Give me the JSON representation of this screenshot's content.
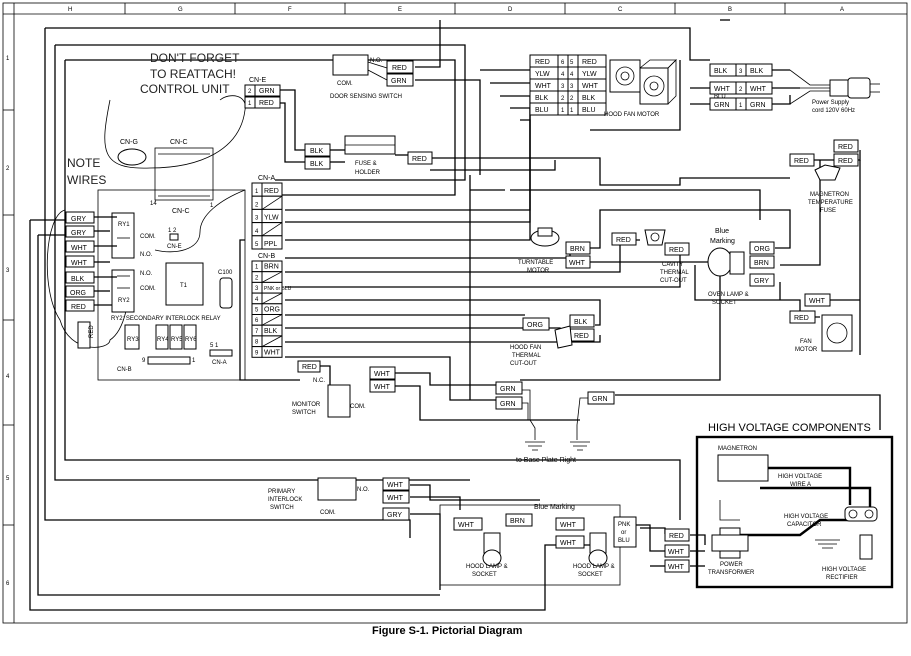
{
  "figure": {
    "caption": "Figure S-1. Pictorial Diagram"
  },
  "border": {
    "top_letters": [
      "H",
      "G",
      "F",
      "E",
      "D",
      "C",
      "B",
      "A"
    ],
    "left_numbers": [
      "1",
      "2",
      "3",
      "4",
      "5",
      "6"
    ]
  },
  "notes": {
    "dont_forget_1": "DON'T FORGET",
    "dont_forget_2": "TO REATTACH!",
    "dont_forget_3": "CONTROL UNIT",
    "note_1": "NOTE",
    "note_2": "WIRES"
  },
  "control_unit": {
    "cn_g": "CN-G",
    "cn_c_top": "CN-C",
    "cn_c_bottom": "CN-C",
    "pin_14": "14",
    "pin_1": "1",
    "cn_e_label": "CN-E",
    "cn_e_pins": "1  2",
    "cn_e_small": "CN-E",
    "ry1": "RY1",
    "ry2": "RY2",
    "com1": "COM.",
    "no1": "N.O.",
    "com2": "COM.",
    "no2": "N.O.",
    "t1": "T1",
    "c100": "C100",
    "ry2_caption": "RY2: SECONDARY INTERLOCK RELAY",
    "ry3": "RY3",
    "ry4": "RY4",
    "ry5": "RY5",
    "ry6": "RY6",
    "cn_b": "CN-B",
    "cn_b_pin9": "9",
    "cn_b_pin1": "1",
    "cn_a_small": "CN-A",
    "cn_a_pins": "5      1",
    "left_wires": [
      "GRY",
      "GRY",
      "WHT",
      "WHT",
      "BLK",
      "ORG",
      "RED"
    ],
    "red_vertical": "RED"
  },
  "cn_e": {
    "label": "CN-E",
    "pins": [
      "2",
      "1"
    ],
    "wires": [
      "GRN",
      "RED"
    ]
  },
  "cn_a": {
    "label": "CN-A",
    "pins": [
      "1",
      "2",
      "3",
      "4",
      "5"
    ],
    "wires": [
      "RED",
      "",
      "YLW",
      "",
      "PPL"
    ]
  },
  "cn_b": {
    "label": "CN-B",
    "pins": [
      "1",
      "2",
      "3",
      "4",
      "5",
      "6",
      "7",
      "8",
      "9"
    ],
    "wires": [
      "BRN",
      "",
      "PNK or BLU",
      "",
      "ORG",
      "",
      "BLK",
      "",
      "WHT"
    ]
  },
  "door_sensing": {
    "no": "N.O.",
    "com": "COM.",
    "label": "DOOR SENSING SWITCH",
    "wires": [
      "RED",
      "GRN"
    ]
  },
  "fuse": {
    "label_1": "FUSE &",
    "label_2": "HOLDER",
    "wires": [
      "BLK",
      "BLK",
      "RED"
    ]
  },
  "hood_fan_motor": {
    "label": "HOOD FAN MOTOR",
    "rows": [
      {
        "l": "RED",
        "n1": "6",
        "n2": "5",
        "r": "RED"
      },
      {
        "l": "YLW",
        "n1": "4",
        "n2": "4",
        "r": "YLW"
      },
      {
        "l": "WHT",
        "n1": "3",
        "n2": "3",
        "r": "WHT"
      },
      {
        "l": "BLK",
        "n1": "2",
        "n2": "2",
        "r": "BLK"
      },
      {
        "l": "BLU",
        "n1": "1",
        "n2": "1",
        "r": "BLU"
      }
    ]
  },
  "power_supply": {
    "rows": [
      {
        "l": "BLK",
        "n": "3",
        "r": "BLK"
      },
      {
        "l": "WHT",
        "n": "2",
        "r": "WHT"
      },
      {
        "l": "GRN",
        "n": "1",
        "r": "GRN"
      }
    ],
    "label_1": "Power Supply",
    "label_2": "cord 120V 60Hz",
    "left_blu": "BLU"
  },
  "magnetron_temp_fuse": {
    "wires": [
      "RED",
      "RED"
    ],
    "label_1": "MAGNETRON",
    "label_2": "TEMPERATURE",
    "label_3": "FUSE"
  },
  "turntable": {
    "label_1": "TURNTABLE",
    "label_2": "MOTOR",
    "wires": [
      "BRN",
      "WHT"
    ]
  },
  "cavity_cutout": {
    "wires": [
      "RED",
      "RED"
    ],
    "label_1": "CAVITY",
    "label_2": "THERMAL",
    "label_3": "CUT-OUT"
  },
  "oven_lamp": {
    "blue_1": "Blue",
    "blue_2": "Marking",
    "wires": [
      "ORG",
      "BRN",
      "GRY"
    ],
    "label_1": "OVEN LAMP &",
    "label_2": "SOCKET"
  },
  "hood_fan_cutout": {
    "wires": [
      "ORG",
      "BLK",
      "RED"
    ],
    "label_1": "HOOD FAN",
    "label_2": "THERMAL",
    "label_3": "CUT-OUT"
  },
  "fan_motor": {
    "wires": [
      "WHT",
      "RED"
    ],
    "label_1": "FAN",
    "label_2": "MOTOR"
  },
  "monitor_switch": {
    "red": "RED",
    "nc": "N.C.",
    "com": "COM.",
    "label_1": "MONITOR",
    "label_2": "SWITCH",
    "wires": [
      "WHT",
      "WHT"
    ]
  },
  "base_plate": {
    "wires": [
      "GRN",
      "GRN",
      "GRN"
    ],
    "label": "to Base Plate Right"
  },
  "primary_interlock": {
    "label_1": "PRIMARY",
    "label_2": "INTERLOCK",
    "label_3": "SWITCH",
    "no": "N.O.",
    "com": "COM.",
    "wires": [
      "WHT",
      "WHT",
      "GRY"
    ]
  },
  "hood_lamps": {
    "blue_marking": "Blue Marking",
    "left_wires": [
      "WHT",
      "BRN"
    ],
    "right_wires": [
      "WHT",
      "WHT"
    ],
    "pnk_1": "PNK",
    "pnk_2": "or",
    "pnk_3": "BLU",
    "label_1": "HOOD LAMP &",
    "label_2": "SOCKET"
  },
  "transformer_wires": [
    "RED",
    "WHT",
    "WHT"
  ],
  "hv": {
    "title": "HIGH VOLTAGE COMPONENTS",
    "magnetron": "MAGNETRON",
    "hv_wire_1": "HIGH VOLTAGE",
    "hv_wire_2": "WIRE A",
    "cap_1": "HIGH VOLTAGE",
    "cap_2": "CAPACITOR",
    "pt_1": "POWER",
    "pt_2": "TRANSFORMER",
    "rect_1": "HIGH VOLTAGE",
    "rect_2": "RECTIFIER"
  }
}
